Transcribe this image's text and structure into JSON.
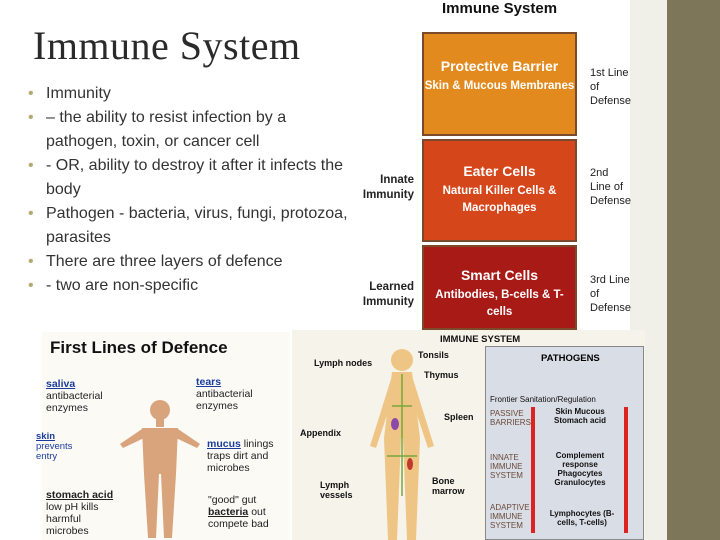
{
  "slide": {
    "title": "Immune System",
    "bullets": [
      "Immunity",
      "– the ability to resist infection by a pathogen, toxin, or cancer cell",
      "- OR, ability to destroy it after it infects the body",
      "Pathogen - bacteria, virus, fungi, protozoa, parasites",
      "There are three layers of defence",
      "- two are non-specific"
    ]
  },
  "chart": {
    "title": "Immune System",
    "tiers": [
      {
        "heading": "Protective Barrier",
        "sub": "Skin & Mucous Membranes",
        "level": "1st Line of Defense",
        "color": "#e28a1e"
      },
      {
        "heading": "Eater Cells",
        "sub": "Natural Killer Cells & Macrophages",
        "level": "2nd Line of Defense",
        "color": "#d6461b"
      },
      {
        "heading": "Smart Cells",
        "sub": "Antibodies, B-cells & T-cells",
        "level": "3rd Line of Defense",
        "color": "#a81a16"
      }
    ],
    "side_labels": [
      "Innate Immunity",
      "Learned Immunity"
    ]
  },
  "first_lines": {
    "title": "First Lines of Defence",
    "saliva_h": "saliva",
    "saliva_t": "antibacterial enzymes",
    "tears_h": "tears",
    "tears_t": "antibacterial enzymes",
    "skin_h": "skin",
    "skin_t": "prevents entry",
    "mucus_h": "mucus",
    "mucus_t": "linings traps dirt and microbes",
    "stomach_h": "stomach acid",
    "stomach_t": "low pH kills harmful microbes",
    "good_h": "\"good\" gut",
    "bact_h": "bacteria",
    "bact_t": "out compete bad"
  },
  "immune_diagram": {
    "title": "IMMUNE SYSTEM",
    "organs": {
      "lymph_nodes": "Lymph nodes",
      "tonsils": "Tonsils",
      "thymus": "Thymus",
      "spleen": "Spleen",
      "appendix": "Appendix",
      "bone_marrow": "Bone marrow",
      "lymph_vessels": "Lymph vessels"
    },
    "pathogens": {
      "title": "PATHOGENS",
      "header": "Frontier Sanitation/Regulation",
      "passive": "PASSIVE BARRIERS",
      "passive_items": "Skin Mucous Stomach acid",
      "innate": "INNATE IMMUNE SYSTEM",
      "innate_items": "Complement response Phagocytes Granulocytes",
      "adaptive": "ADAPTIVE IMMUNE SYSTEM",
      "adaptive_items": "Lymphocytes (B-cells, T-cells)"
    }
  }
}
